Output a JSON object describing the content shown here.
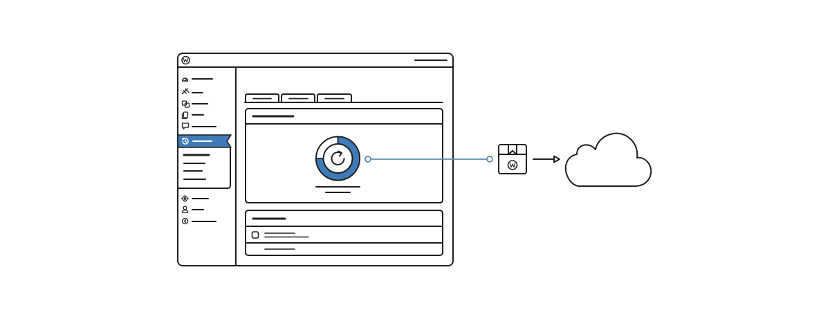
{
  "colors": {
    "ink": "#1e1e1e",
    "accent": "#3f7bb8",
    "connector": "#5b8aa8",
    "background": "#ffffff"
  },
  "window": {
    "logo_icon": "wordpress-logo-icon",
    "sidebar_items_top": [
      "dashboard-icon",
      "pin-icon",
      "media-icon",
      "pages-icon",
      "comment-icon"
    ],
    "sidebar_active_item": "history-icon",
    "sidebar_submenu_count": 4,
    "sidebar_items_bottom": [
      "gear-icon",
      "user-icon",
      "collapse-icon"
    ],
    "tab_count": 3,
    "backup_progress": 0.75,
    "progress_icon": "refresh-icon"
  },
  "flow": {
    "package_icon": "wordpress-package-icon",
    "arrow_icon": "arrow-right-icon",
    "destination_icon": "cloud-icon"
  }
}
